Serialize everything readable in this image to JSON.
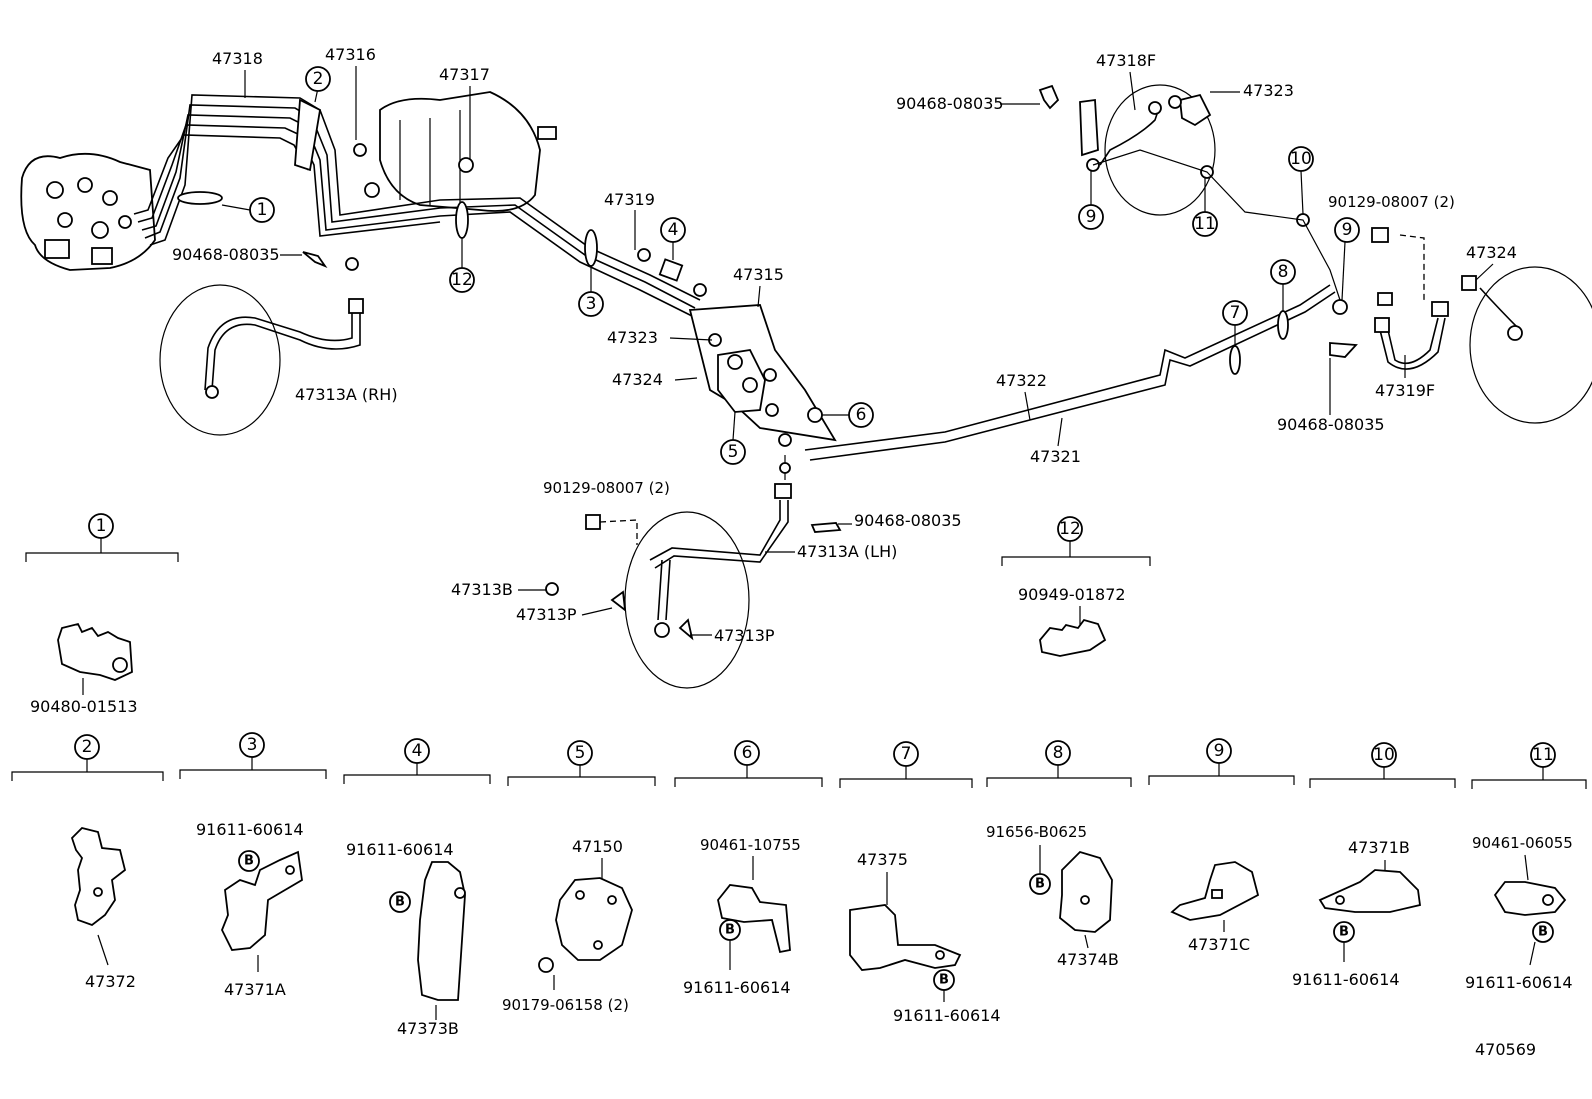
{
  "diagram_id": "470569",
  "labels": {
    "p47318": "47318",
    "p47316": "47316",
    "p47317": "47317",
    "p47319": "47319",
    "p47315": "47315",
    "p47323": "47323",
    "p47324": "47324",
    "p47313a_rh": "47313A (RH)",
    "p47313a_lh": "47313A (LH)",
    "p47313b": "47313B",
    "p47313p_a": "47313P",
    "p47313p_b": "47313P",
    "p90468_a": "90468-08035",
    "p90468_b": "90468-08035",
    "p90468_c": "90468-08035",
    "p90468_d": "90468-08035",
    "p90129_a": "90129-08007 (2)",
    "p90129_b": "90129-08007 (2)",
    "p47322": "47322",
    "p47321": "47321",
    "p47318f": "47318F",
    "p47323r": "47323",
    "p47324r": "47324",
    "p47319f": "47319F"
  },
  "callouts": [
    "1",
    "2",
    "3",
    "4",
    "5",
    "6",
    "7",
    "8",
    "9",
    "10",
    "11",
    "12"
  ],
  "b_mark": "B",
  "details": {
    "d1": {
      "num": "1",
      "part": "90480-01513"
    },
    "d12": {
      "num": "12",
      "part": "90949-01872"
    },
    "d2": {
      "num": "2",
      "part": "47372"
    },
    "d3": {
      "num": "3",
      "bolt": "91611-60614",
      "part": "47371A"
    },
    "d4": {
      "num": "4",
      "bolt": "91611-60614",
      "part": "47373B"
    },
    "d5": {
      "num": "5",
      "part": "47150",
      "screw": "90179-06158 (2)"
    },
    "d6": {
      "num": "6",
      "top": "90461-10755",
      "bolt": "91611-60614"
    },
    "d7": {
      "num": "7",
      "part": "47375",
      "bolt": "91611-60614"
    },
    "d8": {
      "num": "8",
      "bolt": "91656-B0625",
      "part": "47374B"
    },
    "d9": {
      "num": "9",
      "part": "47371C"
    },
    "d10": {
      "num": "10",
      "part": "47371B",
      "bolt": "91611-60614"
    },
    "d11": {
      "num": "11",
      "top": "90461-06055",
      "bolt": "91611-60614"
    }
  }
}
